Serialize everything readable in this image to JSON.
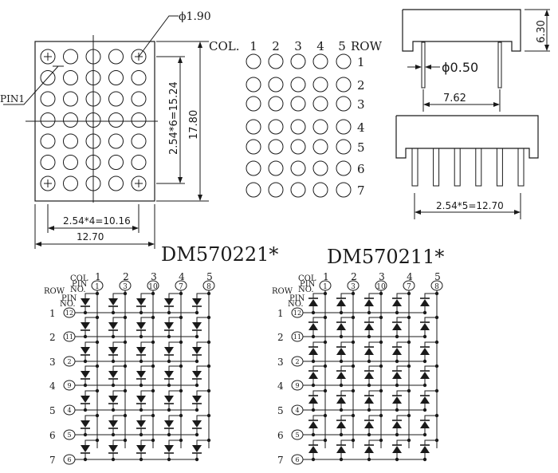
{
  "front_view": {
    "led_diameter_label": "ϕ1.90",
    "pin1_label": "PIN1",
    "row_pitch_label": "2.54*6=15.24",
    "height_label": "17.80",
    "col_pitch_label": "2.54*4=10.16",
    "width_label": "12.70",
    "rows": 7,
    "cols": 5
  },
  "dot_map": {
    "col_header": "COL.",
    "row_header": "ROW",
    "col_numbers": [
      "1",
      "2",
      "3",
      "4",
      "5"
    ],
    "row_numbers": [
      "1",
      "2",
      "3",
      "4",
      "5",
      "6",
      "7"
    ]
  },
  "side_view": {
    "height_label": "6.30",
    "pin_diameter_label": "ϕ0.50",
    "row_spacing_label": "7.62",
    "pin_span_label": "2.54*5=12.70"
  },
  "schematics": [
    {
      "title": "DM570221*",
      "diode_direction": "down",
      "col_label": "COL",
      "pin_no_label_line1": "PIN",
      "pin_no_label_line2": "NO.",
      "row_label": "ROW",
      "col_numbers": [
        "1",
        "2",
        "3",
        "4",
        "5"
      ],
      "col_pins": [
        "1",
        "3",
        "10",
        "7",
        "8"
      ],
      "row_numbers": [
        "1",
        "2",
        "3",
        "4",
        "5",
        "6",
        "7"
      ],
      "row_pins": [
        "12",
        "11",
        "2",
        "9",
        "4",
        "5",
        "6"
      ]
    },
    {
      "title": "DM570211*",
      "diode_direction": "up",
      "col_label": "COL",
      "pin_no_label_line1": "PIN",
      "pin_no_label_line2": "NO.",
      "row_label": "ROW",
      "col_numbers": [
        "1",
        "2",
        "3",
        "4",
        "5"
      ],
      "col_pins": [
        "1",
        "3",
        "10",
        "7",
        "8"
      ],
      "row_numbers": [
        "1",
        "2",
        "3",
        "4",
        "5",
        "6",
        "7"
      ],
      "row_pins": [
        "12",
        "11",
        "2",
        "9",
        "4",
        "5",
        "6"
      ]
    }
  ]
}
